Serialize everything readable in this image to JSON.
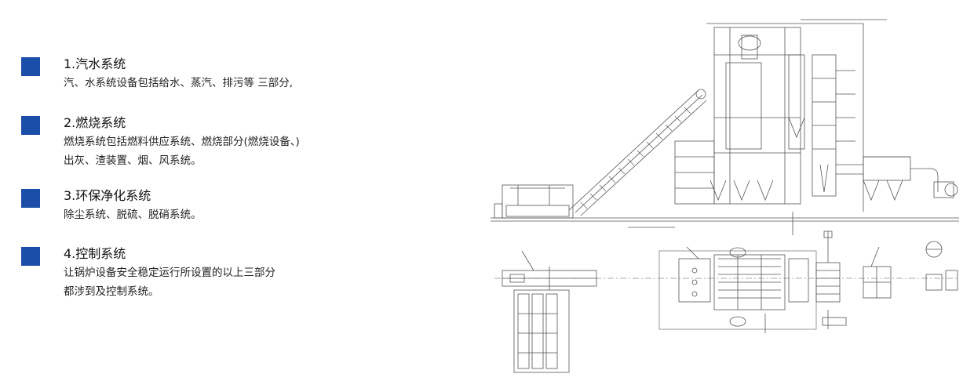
{
  "items": [
    {
      "title": "1.汽水系统",
      "lines": [
        "汽、水系统设备包括给水、蒸汽、排污等 三部分,"
      ]
    },
    {
      "title": "2.燃烧系统",
      "lines": [
        "燃烧系统包括燃料供应系统、燃烧部分(燃烧设备、)",
        "出灰、渣装置、烟、风系统。"
      ]
    },
    {
      "title": "3.环保净化系统",
      "lines": [
        "除尘系统、脱硫、脱硝系统。"
      ]
    },
    {
      "title": "4.控制系统",
      "lines": [
        "让锅炉设备安全稳定运行所设置的以上三部分",
        "都涉到及控制系统。"
      ]
    }
  ],
  "colors": {
    "marker": "#1a4ea8",
    "drawing_line": "#555555"
  }
}
